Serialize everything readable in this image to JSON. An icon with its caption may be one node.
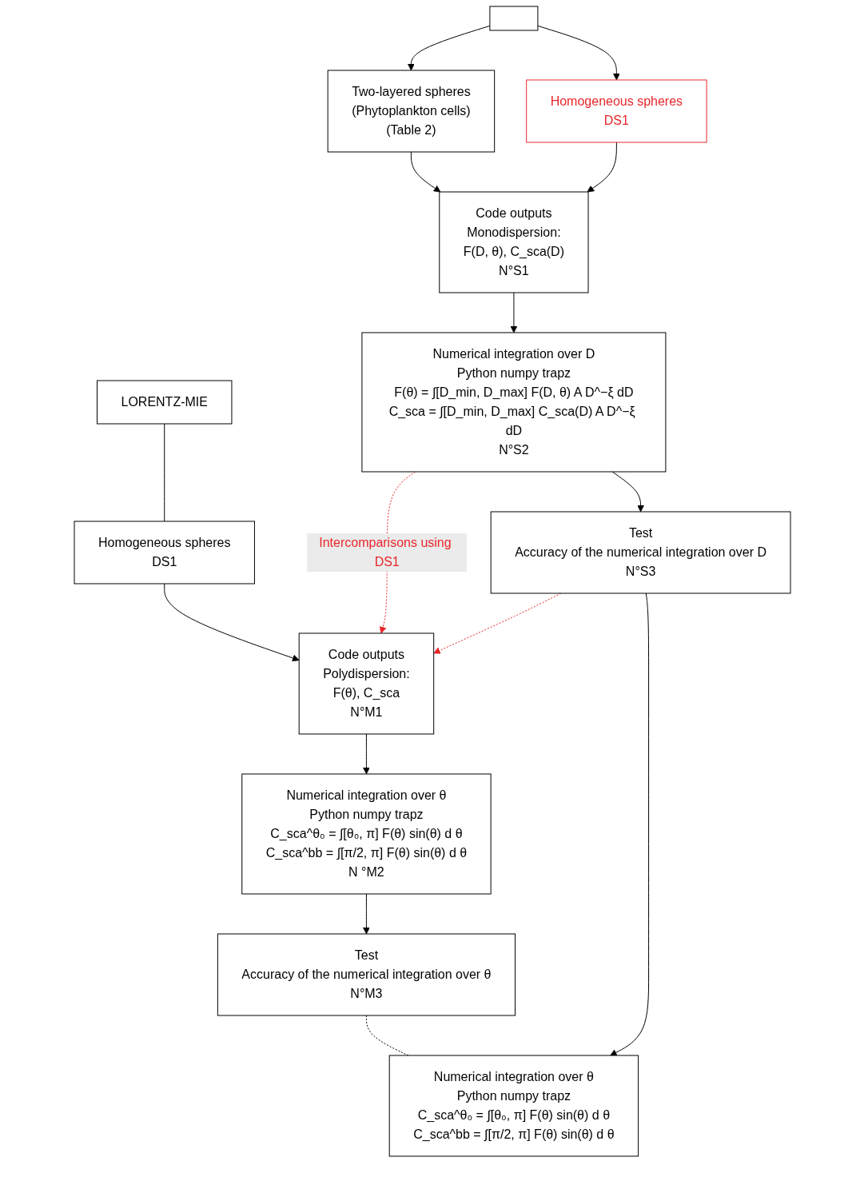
{
  "diagram": {
    "nodes": [
      {
        "text": [
          "LORENTZ-MIE"
        ]
      },
      {
        "text": [],
        "shape": "box"
      },
      {
        "text": [
          "Homogeneous spheres",
          "DS1"
        ]
      },
      {
        "text": [
          "Homogeneous spheres",
          "DS1"
        ]
      },
      {
        "text": [
          "Two-layered spheres",
          "(Phytoplankton cells)",
          "(Table 2)"
        ]
      },
      {
        "text": [
          "Code outputs",
          "Polydispersion:",
          "F(θ), C_sca",
          "N°M1"
        ]
      },
      {
        "text": [
          "Code outputs",
          "Monodispersion:",
          "F(D, θ), C_sca(D)",
          "N°S1"
        ]
      },
      {
        "text": [
          "Numerical integration over D",
          "Python numpy trapz",
          "F(θ) = ∫[D_min, D_max] F(D, θ) A D^−ξ dD",
          "C_sca = ∫[D_min, D_max] C_sca(D) A D^−ξ dD",
          "N°S2"
        ]
      },
      {
        "text": [
          "Test",
          "Accuracy of the numerical integration over D",
          "N°S3"
        ]
      },
      {
        "text": [
          "Numerical integration over θ",
          "Python numpy trapz",
          "C_sca^θ₀ = ∫[θ₀, π] F(θ) sin(θ) d θ",
          "C_sca^bb = ∫[π/2, π] F(θ) sin(θ) d θ",
          "N °M2"
        ]
      },
      {
        "text": [
          "Numerical integration over θ",
          "Python numpy trapz",
          "C_sca^θ₀ = ∫[θ₀, π] F(θ) sin(θ) d θ",
          "C_sca^bb = ∫[π/2, π] F(θ) sin(θ) d θ"
        ]
      },
      {
        "text": [
          "Test",
          "Accuracy of the numerical integration over θ",
          "N°M3"
        ]
      }
    ],
    "edges": [
      {
        "from": 0,
        "to": 2,
        "arrow": "none"
      },
      {
        "from": 1,
        "to": 3,
        "arrow": "to"
      },
      {
        "from": 1,
        "to": 4,
        "arrow": "to"
      },
      {
        "from": 2,
        "to": 5,
        "arrow": "to"
      },
      {
        "from": 3,
        "to": 6,
        "arrow": "to"
      },
      {
        "from": 4,
        "to": 6,
        "arrow": "to"
      },
      {
        "from": 6,
        "to": 7,
        "arrow": "to"
      },
      {
        "from": 7,
        "to": 8,
        "arrow": "to"
      },
      {
        "from": 8,
        "to": 10,
        "arrow": "to"
      },
      {
        "from": 5,
        "to": 9,
        "arrow": "to"
      },
      {
        "from": 9,
        "to": 11,
        "arrow": "to"
      },
      {
        "from": 7,
        "to": 5,
        "arrow": "to",
        "label": "Intercomparisons using DS1",
        "style": "dashed",
        "color": "#e8262a"
      },
      {
        "from": 8,
        "to": 5,
        "arrow": "to",
        "style": "dashed",
        "color": "#e8262a"
      },
      {
        "from": 11,
        "to": 10,
        "arrow": "none",
        "style": "dashed"
      }
    ]
  }
}
